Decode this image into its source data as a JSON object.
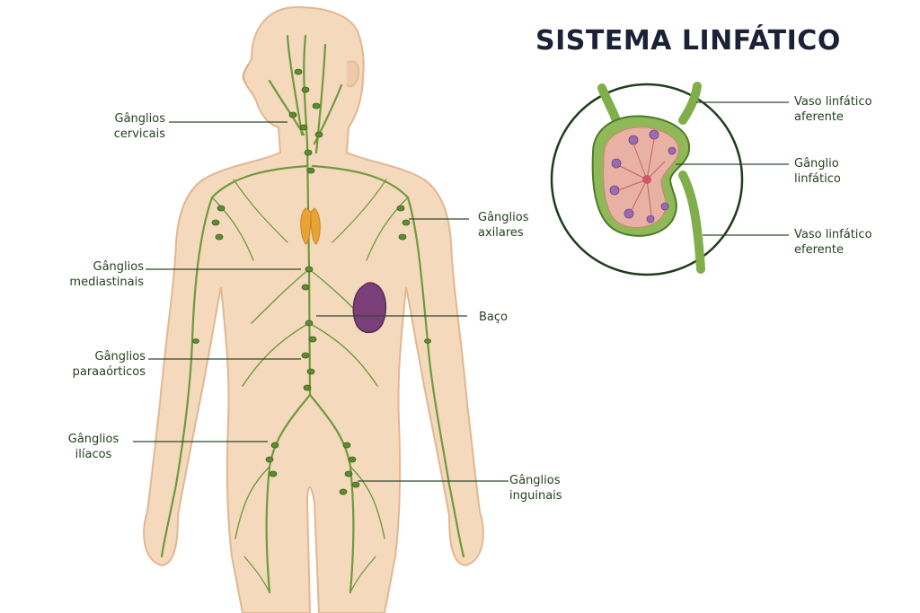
{
  "title": "SISTEMA LINFÁTICO",
  "colors": {
    "skin": "#f4d9bd",
    "skin_outline": "#e2b792",
    "vessel": "#6f9a3c",
    "node": "#5e8a30",
    "spleen": "#7a3f78",
    "thymus": "#e8a433",
    "title": "#1b2238",
    "label": "#24421f"
  },
  "labels": {
    "cervicais": {
      "l1": "Gânglios",
      "l2": "cervicais"
    },
    "axilares": {
      "l1": "Gânglios",
      "l2": "axilares"
    },
    "mediastinais": {
      "l1": "Gânglios",
      "l2": "mediastinais"
    },
    "baco": {
      "l1": "Baço"
    },
    "paraaorticos": {
      "l1": "Gânglios",
      "l2": "paraaórticos"
    },
    "iliacos": {
      "l1": "Gânglios",
      "l2": "ilíacos"
    },
    "inguinais": {
      "l1": "Gânglios",
      "l2": "inguinais"
    }
  },
  "inset": {
    "aferente": {
      "l1": "Vaso linfático",
      "l2": "aferente"
    },
    "ganglio": {
      "l1": "Gânglio",
      "l2": "linfático"
    },
    "eferente": {
      "l1": "Vaso linfático",
      "l2": "eferente"
    }
  }
}
